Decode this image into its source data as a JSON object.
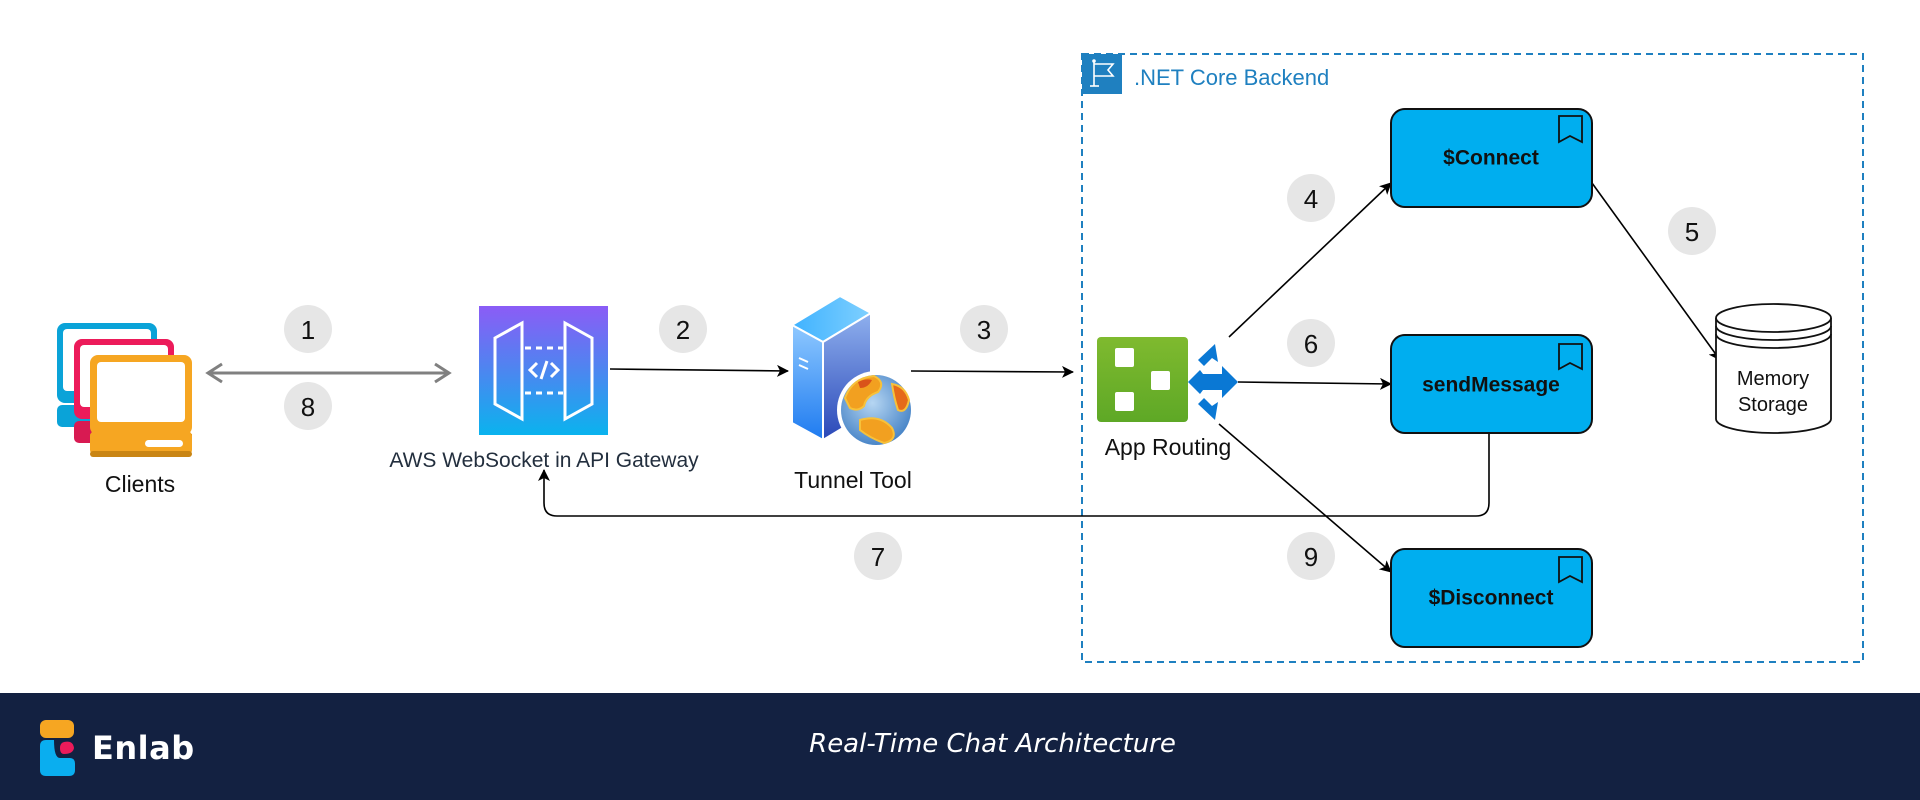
{
  "diagram": {
    "title": "Real-Time Chat Architecture",
    "container": {
      "label": ".NET Core Backend",
      "icon": "flag-icon",
      "color": "#1f80c0"
    },
    "nodes": {
      "clients": {
        "label": "Clients",
        "icon": "computers-icon"
      },
      "api_gateway": {
        "label": "AWS WebSocket in API Gateway",
        "icon": "api-gateway-icon"
      },
      "tunnel": {
        "label": "Tunnel Tool",
        "icon": "server-globe-icon"
      },
      "routing": {
        "label": "App Routing",
        "icon": "app-routing-icon"
      },
      "connect": {
        "label": "$Connect"
      },
      "send_message": {
        "label": "sendMessage"
      },
      "disconnect": {
        "label": "$Disconnect"
      },
      "memory": {
        "label_line1": "Memory",
        "label_line2": "Storage",
        "icon": "database-cylinder-icon"
      }
    },
    "steps": [
      "1",
      "2",
      "3",
      "4",
      "5",
      "6",
      "7",
      "8",
      "9"
    ],
    "edges": [
      {
        "from": "clients",
        "to": "api_gateway",
        "steps": [
          "1",
          "8"
        ],
        "style": "bidirectional"
      },
      {
        "from": "api_gateway",
        "to": "tunnel",
        "steps": [
          "2"
        ]
      },
      {
        "from": "tunnel",
        "to": "routing",
        "steps": [
          "3"
        ]
      },
      {
        "from": "routing",
        "to": "connect",
        "steps": [
          "4"
        ]
      },
      {
        "from": "connect",
        "to": "memory",
        "steps": [
          "5"
        ]
      },
      {
        "from": "routing",
        "to": "send_message",
        "steps": [
          "6"
        ]
      },
      {
        "from": "send_message",
        "to": "api_gateway",
        "steps": [
          "7"
        ]
      },
      {
        "from": "routing",
        "to": "disconnect",
        "steps": [
          "9"
        ]
      }
    ],
    "colors": {
      "function_box": "#00aeef",
      "footer_bg": "#132141",
      "badge_bg": "#e6e6e6",
      "bidirectional_arrow": "#808080"
    }
  },
  "footer": {
    "brand": "Enlab",
    "title": "Real-Time Chat Architecture"
  }
}
